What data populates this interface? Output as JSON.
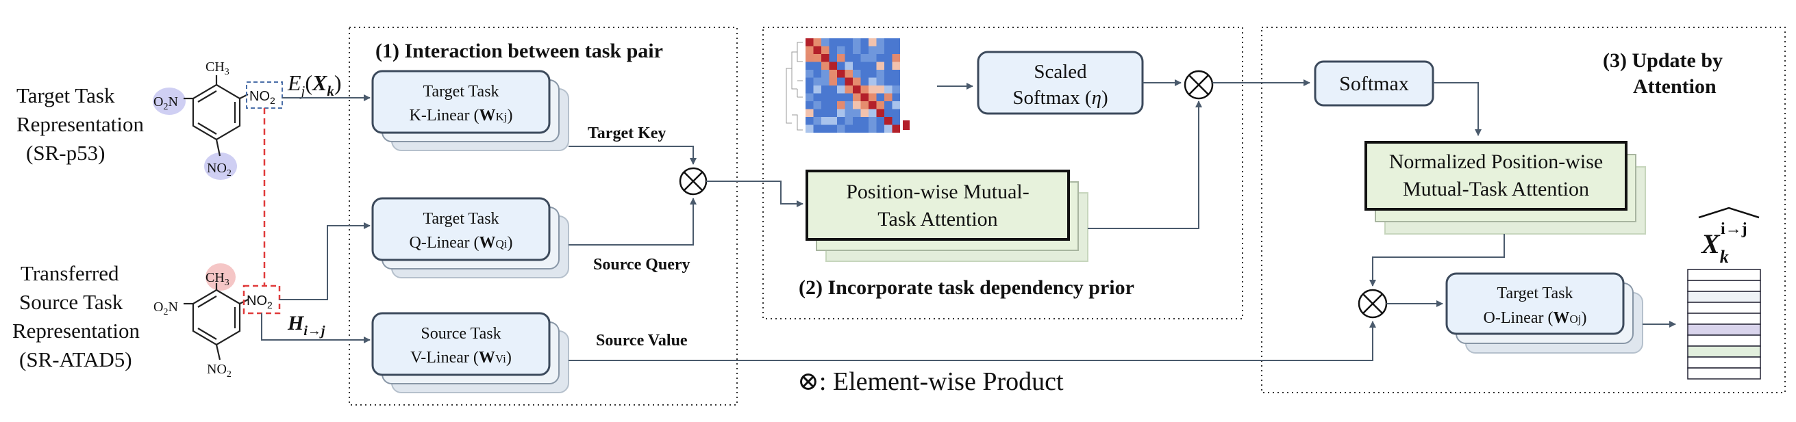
{
  "left_labels": {
    "target": [
      "Target Task",
      "Representation",
      "(SR-p53)"
    ],
    "source": [
      "Transferred",
      "Source Task",
      "Representation",
      "(SR-ATAD5)"
    ]
  },
  "molecule": {
    "ch3": "CH",
    "ch3_sub": "3",
    "o2n": "O",
    "o2n_sub": "2",
    "o2n_tail": "N",
    "no2": "NO",
    "no2_sub": "2"
  },
  "math": {
    "ej_main": "E",
    "ej_sub": "j",
    "ej_arg": "X",
    "ej_arg_sub": "k",
    "h_main": "H",
    "h_sub": "i→j"
  },
  "section1": {
    "title": "(1) Interaction between task pair",
    "k_linear": [
      "Target Task",
      "K-Linear ("
    ],
    "k_linear_w": "W",
    "k_linear_sub": "Kj",
    "q_linear": [
      "Target Task",
      "Q-Linear ("
    ],
    "q_linear_w": "W",
    "q_linear_sub": "Qi",
    "v_linear": [
      "Source Task",
      "V-Linear ("
    ],
    "v_linear_w": "W",
    "v_linear_sub": "Vi",
    "target_key": "Target Key",
    "source_query": "Source Query",
    "source_value": "Source Value"
  },
  "section2": {
    "title": "(2) Incorporate task dependency prior",
    "scaled_softmax": [
      "Scaled",
      "Softmax ("
    ],
    "eta": "η",
    "attention": [
      "Position-wise Mutual-",
      "Task Attention"
    ]
  },
  "section3": {
    "title": [
      "(3) Update  by",
      "Attention"
    ],
    "softmax": "Softmax",
    "normalized": [
      "Normalized Position-wise",
      "Mutual-Task Attention"
    ],
    "o_linear": [
      "Target Task",
      "O-Linear ("
    ],
    "o_linear_w": "W",
    "o_linear_sub": "Oj",
    "output_main": "X",
    "output_sub": "k",
    "output_sup": "i→j"
  },
  "legend": {
    "symbol": "⊗",
    "text": ": Element-wise Product"
  },
  "colors": {
    "box_fill": "#e8f1fb",
    "box_stroke": "#3c4a5c",
    "green_fill": "#e7f2dc",
    "shadow_fill": "#dfe6ee",
    "arrow": "#4a5a6c",
    "red_dash": "#e03a3a",
    "blue_dash": "#4a6ea8",
    "purple_blob": "#cfcff3",
    "pink_blob": "#f5c6c6"
  }
}
